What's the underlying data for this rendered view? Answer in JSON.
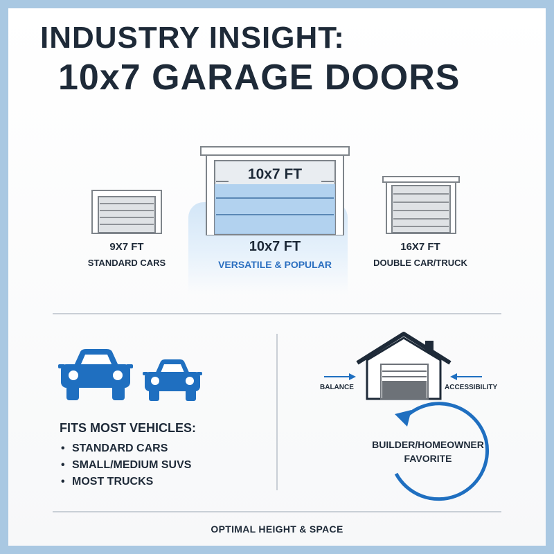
{
  "title": {
    "line1": "INDUSTRY INSIGHT:",
    "line2": "10x7 GARAGE DOORS"
  },
  "doors": [
    {
      "size": "9X7 FT",
      "use": "STANDARD CARS"
    },
    {
      "size": "10x7 FT",
      "use": "VERSATILE & POPULAR",
      "door_text": "10x7 FT"
    },
    {
      "size": "16X7 FT",
      "use": "DOUBLE CAR/TRUCK"
    }
  ],
  "vehicles": {
    "heading": "FITS MOST VEHICLES:",
    "items": [
      "STANDARD CARS",
      "SMALL/MEDIUM SUVS",
      "MOST TRUCKS"
    ]
  },
  "house": {
    "left_caption": "BALANCE",
    "right_caption": "ACCESSIBILITY",
    "cycle_label_line1": "BUILDER/HOMEOWNER",
    "cycle_label_line2": "FAVORITE"
  },
  "footer": "OPTIMAL HEIGHT & SPACE",
  "colors": {
    "accent_blue": "#1f6fc0",
    "highlight_blue": "#d3e6f7",
    "text_dark": "#1e2a38",
    "door_gray": "#8e9297",
    "border_blue": "#a9c8e2"
  },
  "icons": [
    "car-icon",
    "car-icon",
    "house-icon",
    "arrow-right-icon",
    "arrow-left-icon",
    "cycle-arrow-icon",
    "chimney-icon"
  ]
}
